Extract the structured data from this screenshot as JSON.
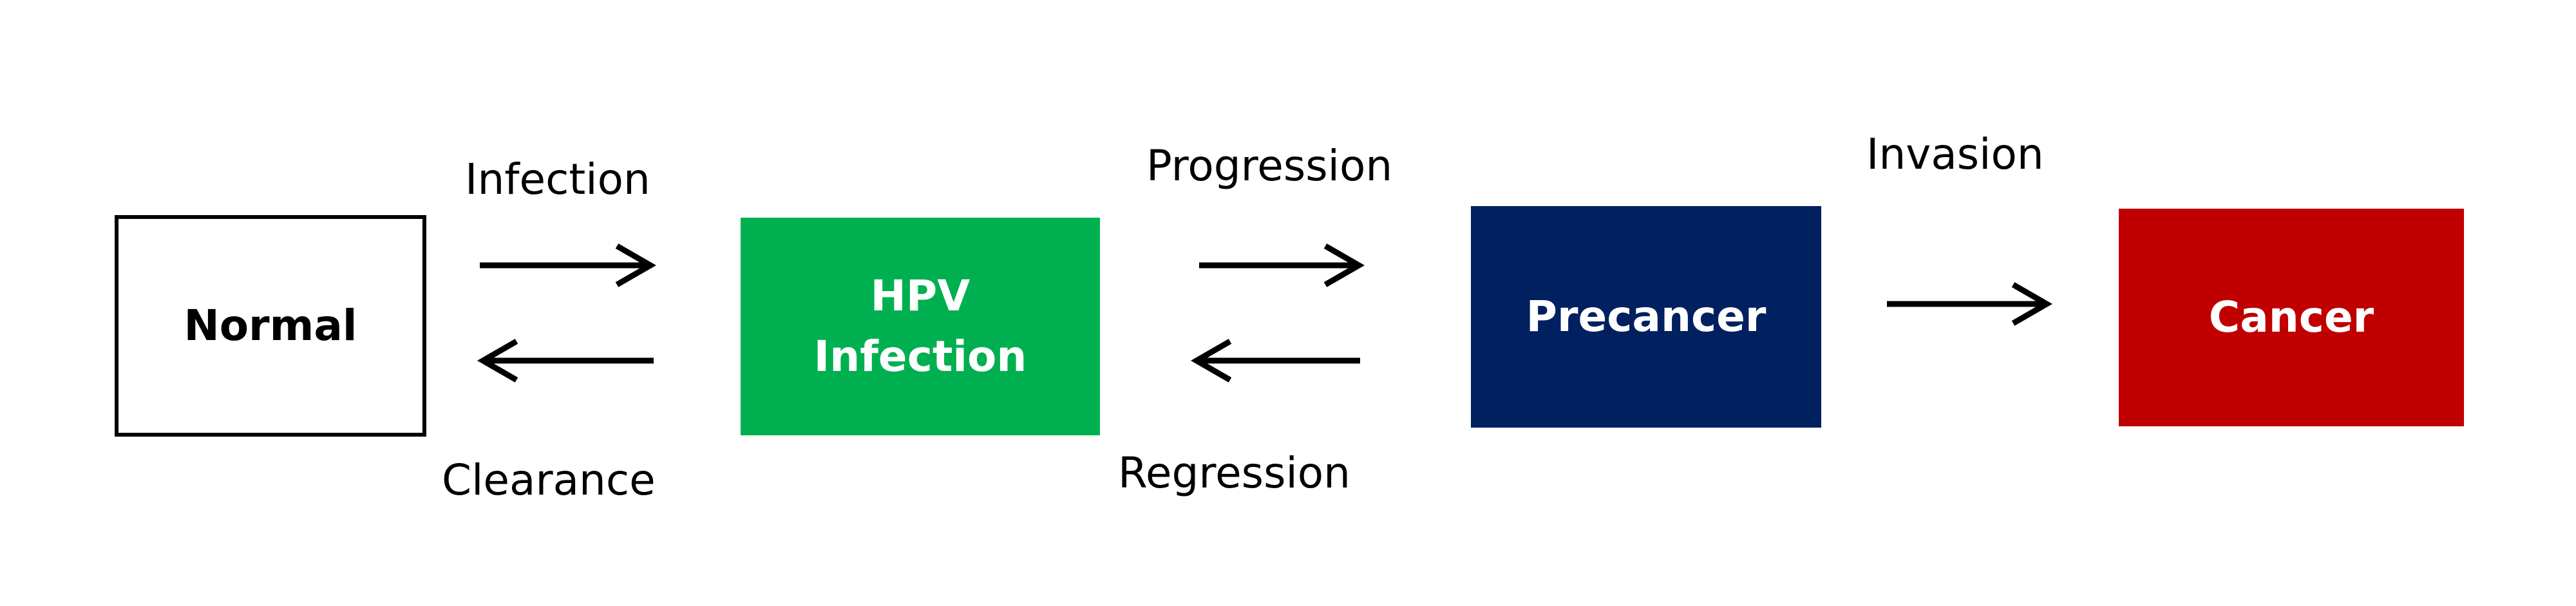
{
  "nodes": {
    "normal": {
      "label": "Normal",
      "fill": "#ffffff",
      "border": "#000000",
      "text_color": "#000000"
    },
    "hpv_infection": {
      "label": "HPV\nInfection",
      "fill": "#00b050",
      "text_color": "#ffffff"
    },
    "precancer": {
      "label": "Precancer",
      "fill": "#002060",
      "text_color": "#ffffff"
    },
    "cancer": {
      "label": "Cancer",
      "fill": "#c00000",
      "text_color": "#ffffff"
    }
  },
  "edges": {
    "infection": {
      "label": "Infection",
      "from": "Normal",
      "to": "HPV Infection"
    },
    "clearance": {
      "label": "Clearance",
      "from": "HPV Infection",
      "to": "Normal"
    },
    "progression": {
      "label": "Progression",
      "from": "HPV Infection",
      "to": "Precancer"
    },
    "regression": {
      "label": "Regression",
      "from": "Precancer",
      "to": "HPV Infection"
    },
    "invasion": {
      "label": "Invasion",
      "from": "Precancer",
      "to": "Cancer"
    }
  },
  "colors": {
    "arrow": "#000000",
    "background": "#ffffff"
  }
}
